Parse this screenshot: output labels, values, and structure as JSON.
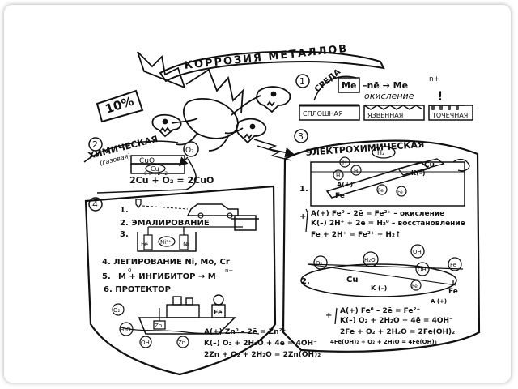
{
  "title": "КОРРОЗИЯ МЕТАЛЛОВ",
  "badge": "10%",
  "section1": {
    "number": "1",
    "sreda": "СРЕДА",
    "me": "Me",
    "reaction": "–nē → Me",
    "charge": "n+",
    "oxidation": "окисление",
    "types": [
      "СПЛОШНАЯ",
      "ЯЗВЕННАЯ",
      "ТОЧЕЧНАЯ"
    ],
    "exclaim": "!"
  },
  "section2": {
    "number": "2",
    "title": "ХИМИЧЕСКАЯ",
    "subtitle": "(газовая)",
    "o2": "O₂",
    "cuo": "CuO",
    "cu": "Cu",
    "equation": "2Cu + O₂ = 2CuO",
    "charges": "0   0    +2 –2"
  },
  "section3": {
    "number": "3",
    "title": "ЭЛЕКТРОХИМИЧЕСКАЯ",
    "h2": "H₂",
    "h": "H",
    "cu": "Cu",
    "k": "K(–)",
    "a": "A(+)",
    "fe": "Fe",
    "plus": "+",
    "label1": "1.",
    "label2": "2.",
    "eq1a": "A(+) Fe⁰ – 2ē = Fe²⁺ – окисление",
    "eq1b": "K(–) 2H⁺ + 2ē = H₂⁰ – восстановление",
    "eq1c": "Fe + 2H⁺ = Fe²⁺ + H₂↑",
    "o2": "O₂",
    "h2o": "H₂O",
    "oh": "OH",
    "k2": "K (–)",
    "a2": "A (+)",
    "eq2a": "A(+) Fe⁰ – 2ē = Fe²⁺",
    "eq2b": "K(–) O₂ + 2H₂O + 4ē = 4OH⁻",
    "eq2c": "2Fe + O₂ + 2H₂O = 2Fe(OH)₂",
    "eq2d": "4Fe(OH)₂ + O₂ + 2H₂O = 4Fe(OH)₃"
  },
  "section4": {
    "number": "4",
    "item1": "1.",
    "item2": "2.  ЭМАЛИРОВАНИЕ",
    "item3": "3.",
    "fe": "Fe",
    "ni": "Ni",
    "ni2": "Ni²⁺",
    "item4": "4.  ЛЕГИРОВАНИЕ    Ni, Mo, Cr",
    "item5a": "5.",
    "item5b": "M + ИНГИБИТОР → M",
    "item5sup": "0",
    "item5n": "n+",
    "item6": "6. ПРОТЕКТОР",
    "zn": "Zn",
    "fe2": "Fe",
    "h2o": "H₂O",
    "oh": "OH",
    "o2": "O₂",
    "eq1": "A(+) Zn⁰ – 2ē = Zn²⁺",
    "eq2": "K(–) O₂ + 2H₂O + 4ē = 4OH⁻",
    "eq3": "2Zn + O₂ + 2H₂O = 2Zn(OH)₂"
  }
}
